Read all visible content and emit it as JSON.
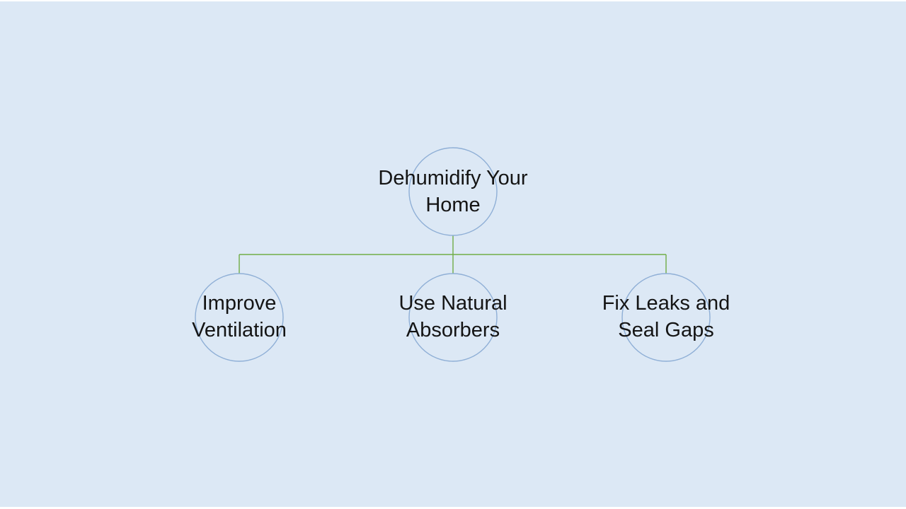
{
  "slide": {
    "background_color": "#dce8f5",
    "edge_color": "#ffffff"
  },
  "diagram": {
    "type": "hierarchy",
    "connector_color": "#70ad47",
    "node_outline_color": "#8fafd6",
    "text_color": "#141414",
    "root": {
      "lines": [
        "Dehumidify Your",
        "Home"
      ]
    },
    "children": [
      {
        "lines": [
          "Improve",
          "Ventilation"
        ]
      },
      {
        "lines": [
          "Use Natural",
          "Absorbers"
        ]
      },
      {
        "lines": [
          "Fix Leaks and",
          "Seal Gaps"
        ]
      }
    ]
  }
}
